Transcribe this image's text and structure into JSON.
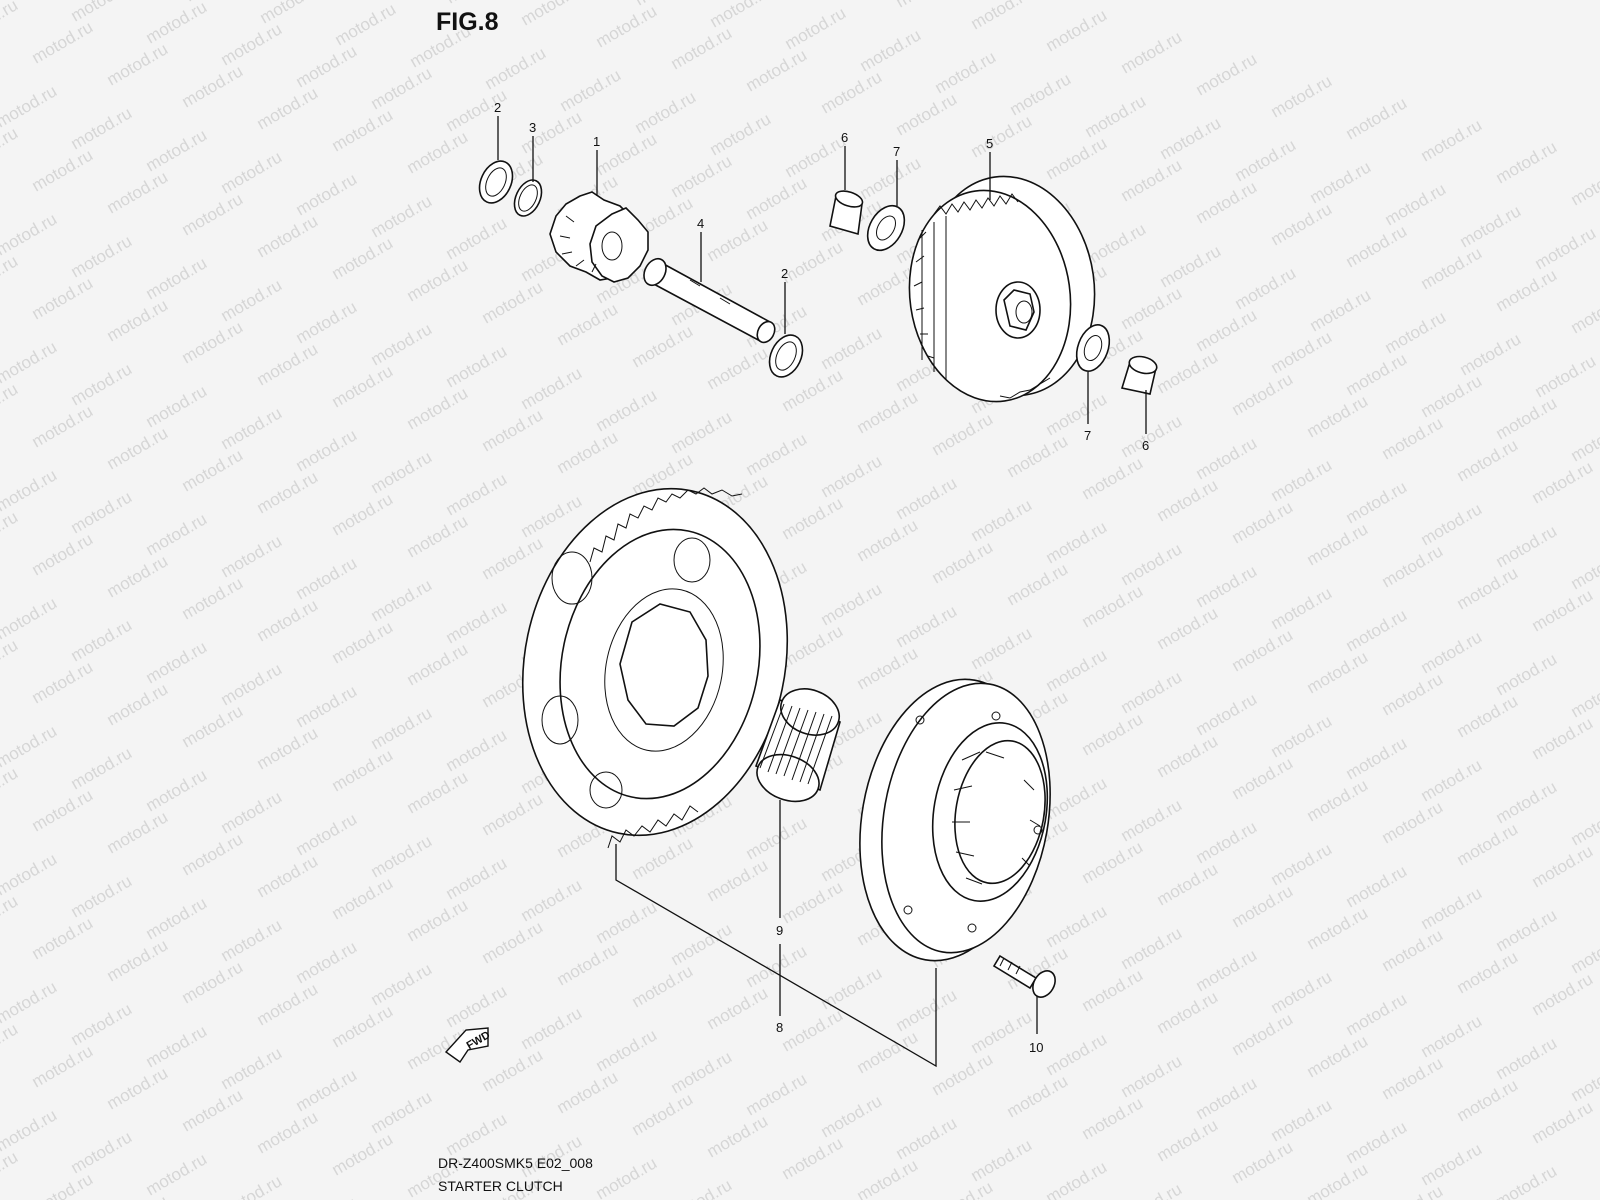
{
  "figure": {
    "title": "FIG.8",
    "model_code": "DR-Z400SMK5 E02_008",
    "caption": "STARTER CLUTCH"
  },
  "watermark": {
    "text": "motod.ru"
  },
  "direction_marker": {
    "label": "FWD",
    "icon": "arrow-left-icon"
  },
  "callouts": [
    "2",
    "3",
    "1",
    "4",
    "2",
    "6",
    "7",
    "5",
    "7",
    "6",
    "9",
    "8",
    "10"
  ],
  "colors": {
    "background": "#f4f4f4",
    "ink": "#111111",
    "watermark": "#d6d6d6"
  }
}
